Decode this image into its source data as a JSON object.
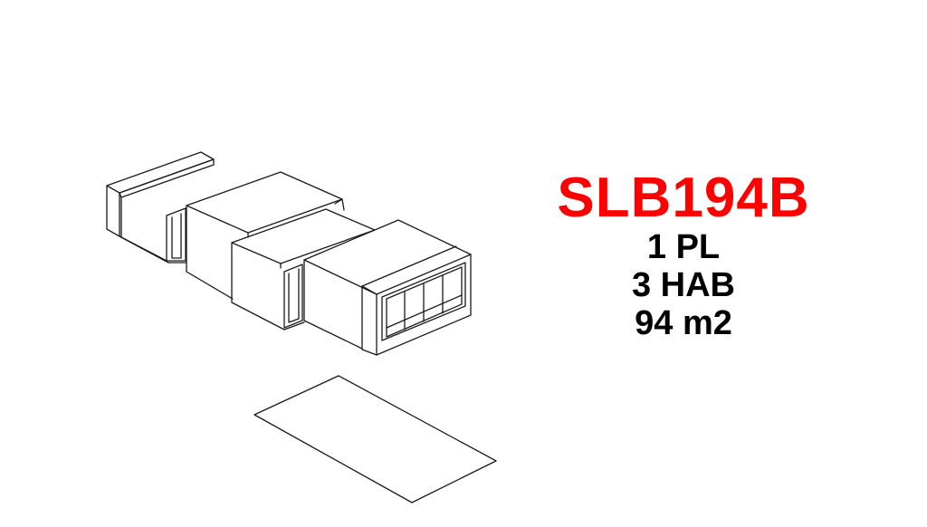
{
  "model": {
    "code": "SLB194B",
    "code_color": "#ff0000"
  },
  "specs": {
    "floors": "1 PL",
    "bedrooms": "3 HAB",
    "area": "94 m2"
  }
}
